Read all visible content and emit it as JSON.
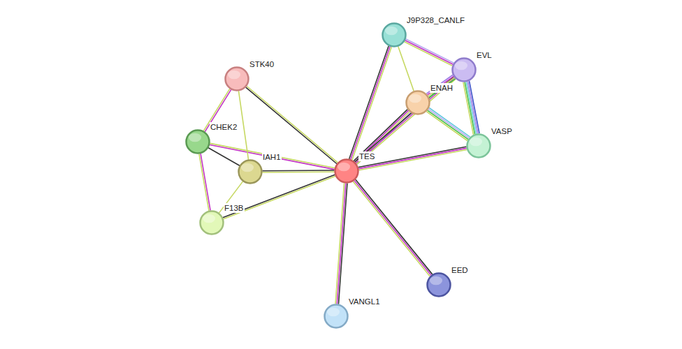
{
  "diagram": {
    "nodes": [
      {
        "text": [
          "J9P328_CANLF"
        ]
      },
      {
        "text": [
          "EVL"
        ]
      },
      {
        "text": [
          "STK40"
        ]
      },
      {
        "text": [
          "ENAH"
        ]
      },
      {
        "text": [
          "CHEK2"
        ]
      },
      {
        "text": [
          "VASP"
        ]
      },
      {
        "text": [
          "TES"
        ]
      },
      {
        "text": [
          "IAH1"
        ]
      },
      {
        "text": [
          "F13B"
        ]
      },
      {
        "text": [
          "EED"
        ]
      },
      {
        "text": [
          "VANGL1"
        ]
      }
    ],
    "edges": [
      {
        "from": 6,
        "to": 2,
        "arrow": "none"
      },
      {
        "from": 6,
        "to": 4,
        "arrow": "none"
      },
      {
        "from": 6,
        "to": 7,
        "arrow": "none"
      },
      {
        "from": 6,
        "to": 8,
        "arrow": "none"
      },
      {
        "from": 6,
        "to": 9,
        "arrow": "none"
      },
      {
        "from": 6,
        "to": 10,
        "arrow": "none"
      },
      {
        "from": 6,
        "to": 0,
        "arrow": "none"
      },
      {
        "from": 6,
        "to": 3,
        "arrow": "none"
      },
      {
        "from": 6,
        "to": 1,
        "arrow": "none"
      },
      {
        "from": 6,
        "to": 5,
        "arrow": "none"
      },
      {
        "from": 0,
        "to": 1,
        "arrow": "none"
      },
      {
        "from": 0,
        "to": 3,
        "arrow": "none"
      },
      {
        "from": 3,
        "to": 1,
        "arrow": "none"
      },
      {
        "from": 3,
        "to": 5,
        "arrow": "none"
      },
      {
        "from": 1,
        "to": 5,
        "arrow": "none"
      },
      {
        "from": 2,
        "to": 4,
        "arrow": "none"
      },
      {
        "from": 2,
        "to": 7,
        "arrow": "none"
      },
      {
        "from": 4,
        "to": 7,
        "arrow": "none"
      },
      {
        "from": 4,
        "to": 8,
        "arrow": "none"
      },
      {
        "from": 7,
        "to": 8,
        "arrow": "none"
      }
    ]
  }
}
